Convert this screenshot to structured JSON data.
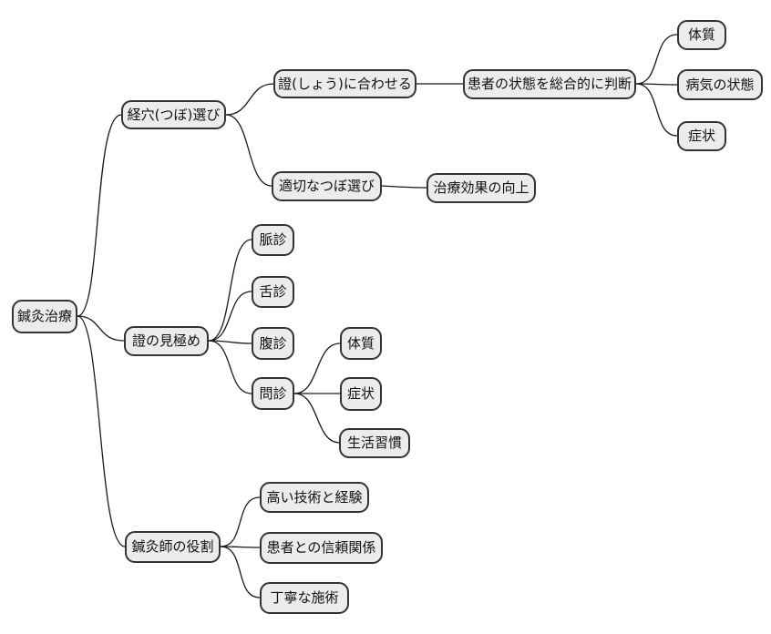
{
  "page": {
    "background": "#ffffff"
  },
  "diagram": {
    "type": "mindmap",
    "direction": "left-to-right",
    "node_fill": "#ececec",
    "node_border": "#333333",
    "edge_color": "#1a1a1a",
    "text_color": "#111111"
  },
  "mindmap": {
    "root": "鍼灸治療",
    "children": [
      {
        "label": "経穴(つぼ)選び",
        "children": [
          {
            "label": "證(しょう)に合わせる",
            "children": [
              {
                "label": "患者の状態を総合的に判断",
                "children": [
                  {
                    "label": "体質"
                  },
                  {
                    "label": "病気の状態"
                  },
                  {
                    "label": "症状"
                  }
                ]
              }
            ]
          },
          {
            "label": "適切なつぼ選び",
            "children": [
              {
                "label": "治療効果の向上"
              }
            ]
          }
        ]
      },
      {
        "label": "證の見極め",
        "children": [
          {
            "label": "脈診"
          },
          {
            "label": "舌診"
          },
          {
            "label": "腹診"
          },
          {
            "label": "問診",
            "children": [
              {
                "label": "体質"
              },
              {
                "label": "症状"
              },
              {
                "label": "生活習慣"
              }
            ]
          }
        ]
      },
      {
        "label": "鍼灸師の役割",
        "children": [
          {
            "label": "高い技術と経験"
          },
          {
            "label": "患者との信頼関係"
          },
          {
            "label": "丁寧な施術"
          }
        ]
      }
    ]
  },
  "nodes": [
    {
      "id": "shinkyu-chiryo",
      "label": "鍼灸治療"
    },
    {
      "id": "keiketsu-tsubo-erabi",
      "label": "経穴(つぼ)選び"
    },
    {
      "id": "sho-ni-awaseru",
      "label": "證(しょう)に合わせる"
    },
    {
      "id": "kanja-jotai-handan",
      "label": "患者の状態を総合的に判断"
    },
    {
      "id": "taishitsu-1",
      "label": "体質"
    },
    {
      "id": "byoki-no-jotai",
      "label": "病気の状態"
    },
    {
      "id": "shojo-1",
      "label": "症状"
    },
    {
      "id": "tekisetsu-na-tsubo-erabi",
      "label": "適切なつぼ選び"
    },
    {
      "id": "chiryo-koka-no-kojo",
      "label": "治療効果の向上"
    },
    {
      "id": "sho-no-mikiwame",
      "label": "證の見極め"
    },
    {
      "id": "myakushin",
      "label": "脈診"
    },
    {
      "id": "zesshin",
      "label": "舌診"
    },
    {
      "id": "fukushin",
      "label": "腹診"
    },
    {
      "id": "monshin",
      "label": "問診"
    },
    {
      "id": "taishitsu-2",
      "label": "体質"
    },
    {
      "id": "shojo-2",
      "label": "症状"
    },
    {
      "id": "seikatsu-shukan",
      "label": "生活習慣"
    },
    {
      "id": "shinkyushi-no-yakuwari",
      "label": "鍼灸師の役割"
    },
    {
      "id": "takai-gijutsu-to-keiken",
      "label": "高い技術と経験"
    },
    {
      "id": "kanja-tono-shinrai-kankei",
      "label": "患者との信頼関係"
    },
    {
      "id": "teinei-na-sejutsu",
      "label": "丁寧な施術"
    }
  ],
  "edges": [
    [
      "鍼灸治療",
      "経穴(つぼ)選び"
    ],
    [
      "鍼灸治療",
      "證の見極め"
    ],
    [
      "鍼灸治療",
      "鍼灸師の役割"
    ],
    [
      "経穴(つぼ)選び",
      "證(しょう)に合わせる"
    ],
    [
      "経穴(つぼ)選び",
      "適切なつぼ選び"
    ],
    [
      "證(しょう)に合わせる",
      "患者の状態を総合的に判断"
    ],
    [
      "患者の状態を総合的に判断",
      "体質"
    ],
    [
      "患者の状態を総合的に判断",
      "病気の状態"
    ],
    [
      "患者の状態を総合的に判断",
      "症状"
    ],
    [
      "適切なつぼ選び",
      "治療効果の向上"
    ],
    [
      "證の見極め",
      "脈診"
    ],
    [
      "證の見極め",
      "舌診"
    ],
    [
      "證の見極め",
      "腹診"
    ],
    [
      "證の見極め",
      "問診"
    ],
    [
      "問診",
      "体質"
    ],
    [
      "問診",
      "症状"
    ],
    [
      "問診",
      "生活習慣"
    ],
    [
      "鍼灸師の役割",
      "高い技術と経験"
    ],
    [
      "鍼灸師の役割",
      "患者との信頼関係"
    ],
    [
      "鍼灸師の役割",
      "丁寧な施術"
    ]
  ]
}
